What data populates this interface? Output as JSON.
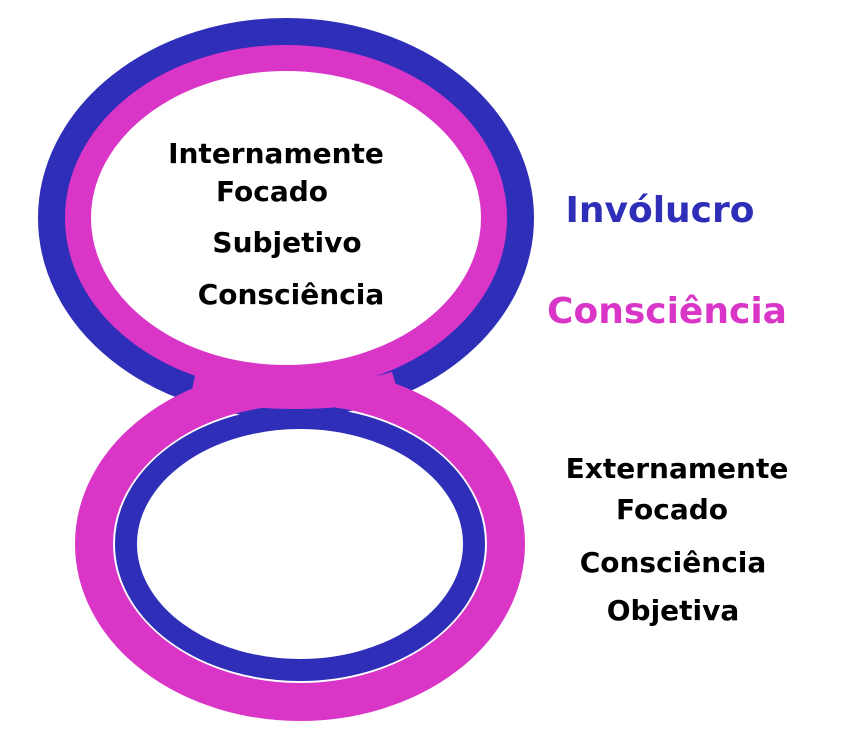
{
  "colors": {
    "blue": "#2e2eb8",
    "magenta": "#d936c8",
    "text": "#000000",
    "background": "#ffffff"
  },
  "top_loop": {
    "lines": [
      "Internamente",
      "Focado",
      "Subjetivo",
      "Consciência"
    ]
  },
  "legend": {
    "blue_label": "Invólucro",
    "magenta_label": "Consciência"
  },
  "outside_text": {
    "lines": [
      "Externamente",
      "Focado",
      "Consciência",
      "Objetiva"
    ]
  }
}
